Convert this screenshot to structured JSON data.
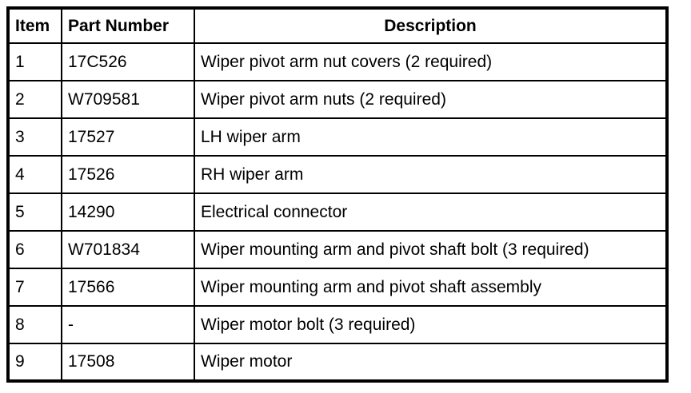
{
  "colors": {
    "border": "#000000",
    "background": "#ffffff",
    "text": "#000000"
  },
  "table": {
    "headers": {
      "item": "Item",
      "part_number": "Part Number",
      "description": "Description"
    },
    "rows": [
      {
        "item": "1",
        "part_number": "17C526",
        "description": "Wiper pivot arm nut covers (2 required)"
      },
      {
        "item": "2",
        "part_number": "W709581",
        "description": "Wiper pivot arm nuts (2 required)"
      },
      {
        "item": "3",
        "part_number": "17527",
        "description": "LH wiper arm"
      },
      {
        "item": "4",
        "part_number": "17526",
        "description": "RH wiper arm"
      },
      {
        "item": "5",
        "part_number": "14290",
        "description": "Electrical connector"
      },
      {
        "item": "6",
        "part_number": "W701834",
        "description": "Wiper mounting arm and pivot shaft bolt (3 required)"
      },
      {
        "item": "7",
        "part_number": "17566",
        "description": "Wiper mounting arm and pivot shaft assembly"
      },
      {
        "item": "8",
        "part_number": "-",
        "description": "Wiper motor bolt (3 required)"
      },
      {
        "item": "9",
        "part_number": "17508",
        "description": "Wiper motor"
      }
    ]
  }
}
